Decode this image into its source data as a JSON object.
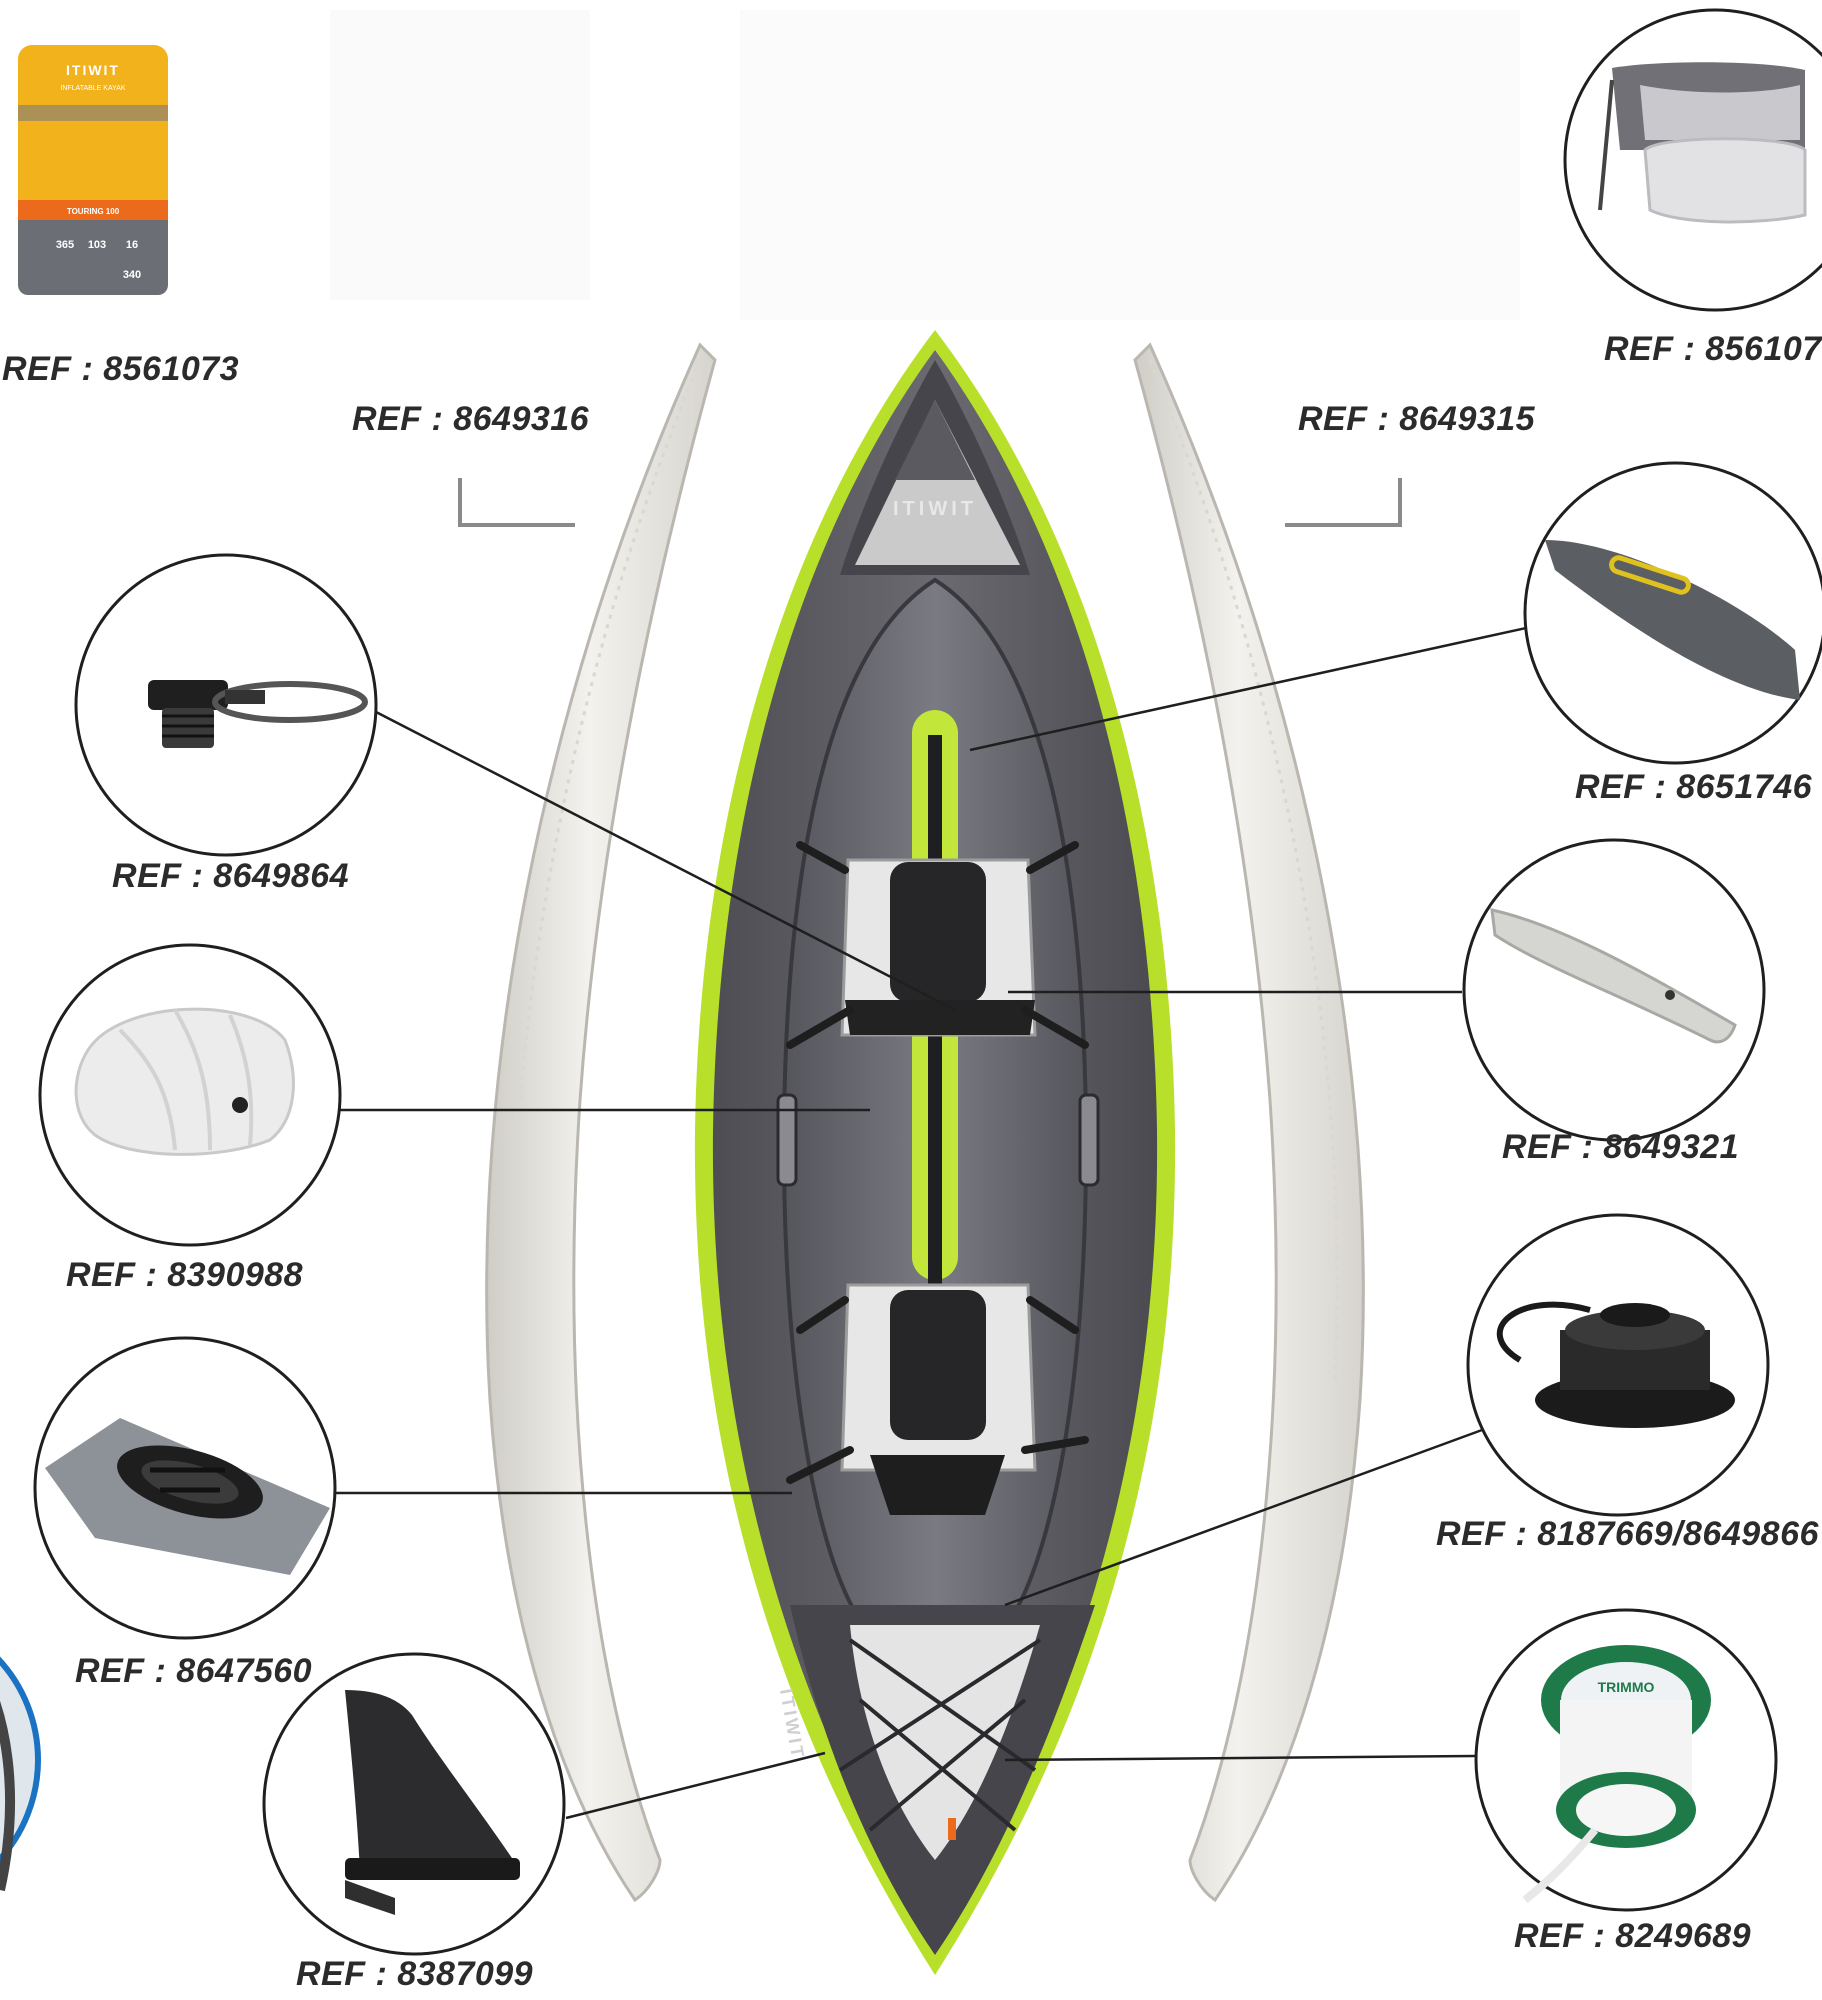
{
  "colors": {
    "hull_grey": "#5d5d63",
    "hull_dark": "#3f3f45",
    "accent_green": "#b8e02a",
    "tube_white": "#e9e8e3",
    "bag_yellow": "#f2b21c",
    "bag_orange": "#ec6a1c",
    "ref_text": "#2b2b2b"
  },
  "bag": {
    "brand": "ITIWIT",
    "subtitle": "INFLATABLE KAYAK",
    "model": "TOURING 100",
    "spec_length": "365",
    "spec_width": "103",
    "spec_weight": "16",
    "spec_load": "340"
  },
  "kayak": {
    "bow_brand": "ITIWIT",
    "stern_brand": "ITIWIT"
  },
  "rope_spool": {
    "brand": "TRIMMO"
  },
  "refs": {
    "bag": "REF : 8561073",
    "seat_top": "REF : 856107",
    "tube_left": "REF : 8649316",
    "tube_right": "REF : 8649315",
    "valve": "REF : 8649864",
    "cover": "REF : 8651746",
    "floor": "REF : 8649321",
    "cushion": "REF : 8390988",
    "drain_valve": "REF : 8187669/8649866",
    "patch": "REF : 8647560",
    "fin": "REF : 8387099",
    "rope": "REF : 8249689"
  }
}
